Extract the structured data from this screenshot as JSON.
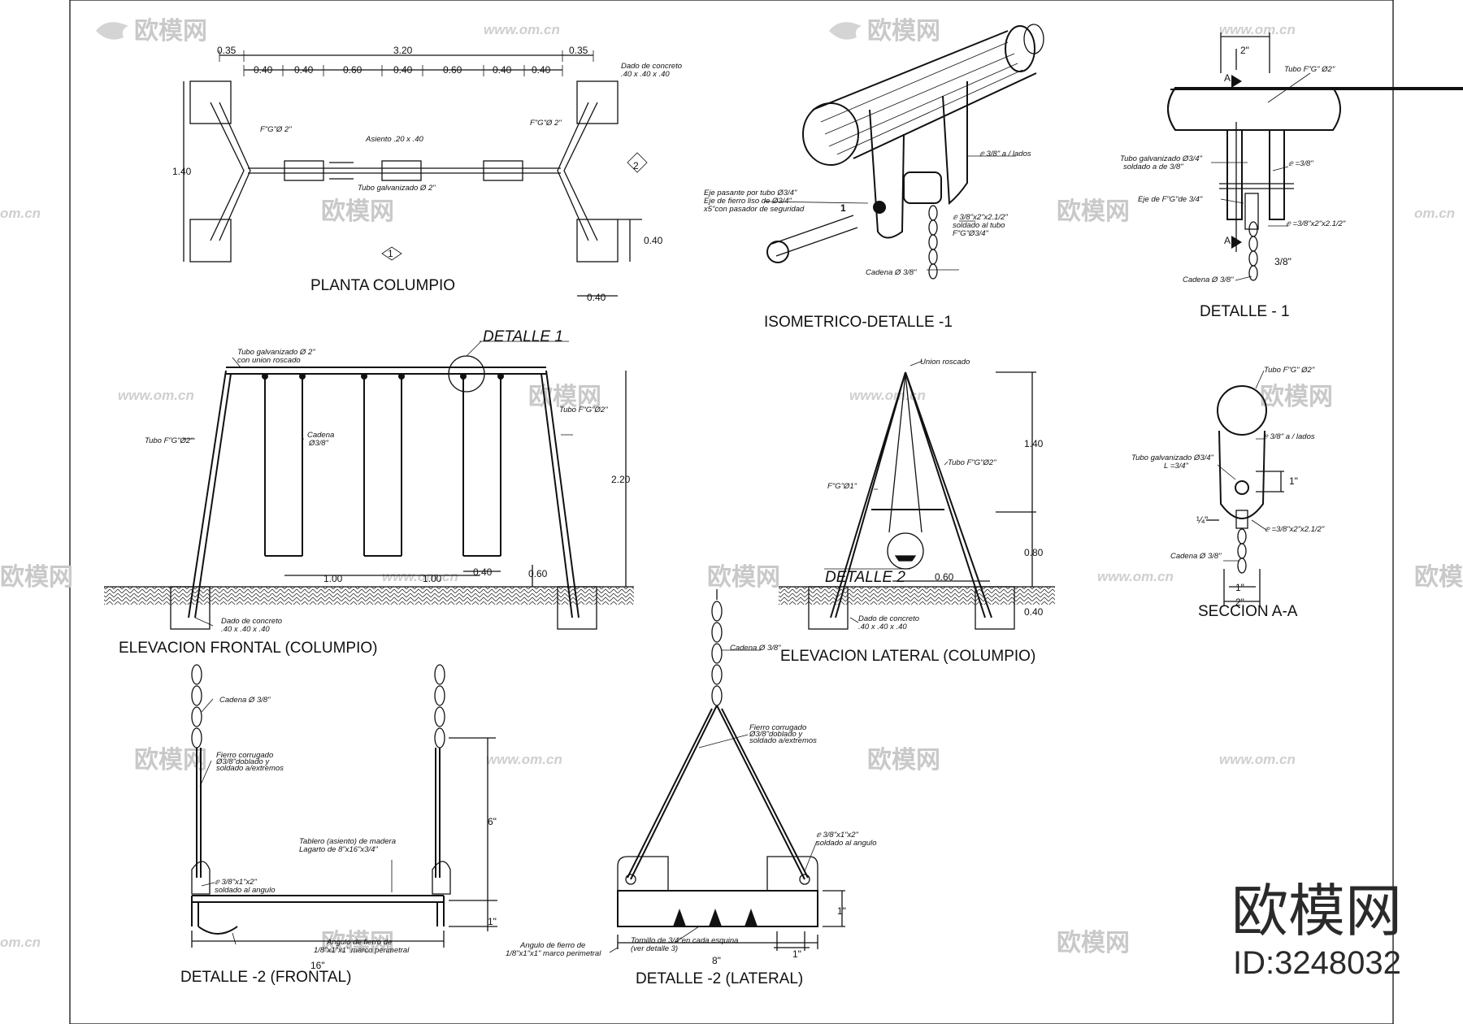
{
  "watermark": {
    "brand": "欧模网",
    "url": "www.om.cn",
    "url_short": "om.cn",
    "brand_id": "ID:3248032"
  },
  "planta": {
    "title": "PLANTA COLUMPIO",
    "dims_top": [
      "0.35",
      "3.20",
      "0.35"
    ],
    "dims_sub": [
      "0.40",
      "0.40",
      "0.60",
      "0.40",
      "0.60",
      "0.40",
      "0.40"
    ],
    "dim_left": "1.40",
    "dim_right_h": "0.40",
    "dim_bottom": "0.40",
    "notes": {
      "dado": "Dado de concreto",
      "dado_size": ".40 x .40 x .40",
      "fg_left": "F\"G\"Ø 2\"",
      "fg_right": "F\"G\"Ø 2\"",
      "asiento": "Asiento .20 x .40",
      "tubo": "Tubo galvanizado Ø 2\""
    },
    "markers": [
      "1",
      "2"
    ]
  },
  "iso": {
    "title": "ISOMETRICO-DETALLE -1",
    "notes": {
      "plate": "ⅇ 3/8\" a / lados",
      "eje1": "Eje pasante por tubo Ø3/4\"",
      "eje2": "Eje de fierro liso de Ø3/4\"",
      "eje3": "x5\"con pasador de seguridad",
      "pl1": "ⅇ 3/8\"x2\"x2.1/2\"",
      "pl2": "soldado al tubo",
      "pl3": "F\"G\"Ø3/4\"",
      "cadena": "Cadena Ø 3/8\""
    },
    "marker": "1"
  },
  "detalle1": {
    "title": "DETALLE - 1",
    "dim_top": "2\"",
    "notes": {
      "tubo": "Tubo F\"G\" Ø2\"",
      "tg1": "Tubo galvanizado Ø3/4\"",
      "tg2": "soldado a    de 3/8\"",
      "pl": "ⅇ =3/8\"",
      "eje": "Eje de F\"G\"de 3/4\"",
      "pl2": "ⅇ =3/8\"x2\"x2.1/2\"",
      "cadena": "Cadena Ø 3/8\"",
      "frac": "3/8\""
    },
    "section": "A"
  },
  "frontal": {
    "title": "ELEVACION FRONTAL (COLUMPIO)",
    "detail_label": "DETALLE  1",
    "notes": {
      "tubo1": "Tubo galvanizado Ø 2\"",
      "tubo2": "con union roscado",
      "tuboL": "Tubo F\"G\"Ø2\"",
      "tuboR": "Tubo F\"G\"Ø2\"",
      "cadena1": "Cadena",
      "cadena2": "Ø3/8\"",
      "dado1": "Dado de concreto",
      "dado2": ".40 x .40 x .40"
    },
    "dims": {
      "h": "2.20",
      "a": "1.00",
      "b": "1.00",
      "c": "0.40",
      "d": "0.60"
    }
  },
  "lateral": {
    "title": "ELEVACION LATERAL (COLUMPIO)",
    "detail_label": "DETALLE  2",
    "notes": {
      "union": "Union roscado",
      "tubo": "Tubo F\"G\"Ø2\"",
      "fg1": "F\"G\"Ø1\"",
      "dado1": "Dado de concreto",
      "dado2": ".40 x .40 x .40"
    },
    "dims": {
      "a": "1.40",
      "b": "0.80",
      "c": "0.60",
      "d": "0.40"
    }
  },
  "seccion": {
    "title": "SECCION A-A",
    "notes": {
      "tubo": "Tubo F\"G\" Ø2\"",
      "pl": "ⅇ 3/8\" a / lados",
      "tg1": "Tubo galvanizado Ø3/4\"",
      "tg2": "L =3/4\"",
      "pl2": "ⅇ =3/8\"x2\"x2.1/2\"",
      "cadena": "Cadena Ø 3/8\""
    },
    "dims": {
      "a": "1\"",
      "b": "¼\"",
      "c": "1\"",
      "d": "2\""
    }
  },
  "d2f": {
    "title": "DETALLE -2 (FRONTAL)",
    "notes": {
      "cadena": "Cadena Ø 3/8\"",
      "fc1": "Fierro corrugado",
      "fc2": "Ø3/8\"doblado y",
      "fc3": "soldado a/extremos",
      "tb1": "Tablero (asiento) de madera",
      "tb2": "Lagarto de 8\"x16\"x3/4\"",
      "pl1": "ⅇ 3/8\"x1\"x2\"",
      "pl2": "soldado al angulo",
      "an1": "Angulo de fierro de",
      "an2": "1/8\"x1\"x1\" marco perimetral"
    },
    "dims": {
      "h": "6\"",
      "b": "1\"",
      "w": "16\""
    }
  },
  "d2l": {
    "title": "DETALLE -2 (LATERAL)",
    "notes": {
      "cadena": "Cadena Ø 3/8\"",
      "fc1": "Fierro corrugado",
      "fc2": "Ø3/8\"doblado y",
      "fc3": "soldado a/extremos",
      "pl1": "ⅇ 3/8\"x1\"x2\"",
      "pl2": "soldado al angulo",
      "an1": "Angulo de fierro de",
      "an2": "1/8\"x1\"x1\" marco perimetral",
      "tm1": "Tornillo de 3/4\"en cada esquina",
      "tm2": "(ver detalle 3)"
    },
    "dims": {
      "h": "1\"",
      "b": "1\"",
      "w": "8\""
    }
  }
}
